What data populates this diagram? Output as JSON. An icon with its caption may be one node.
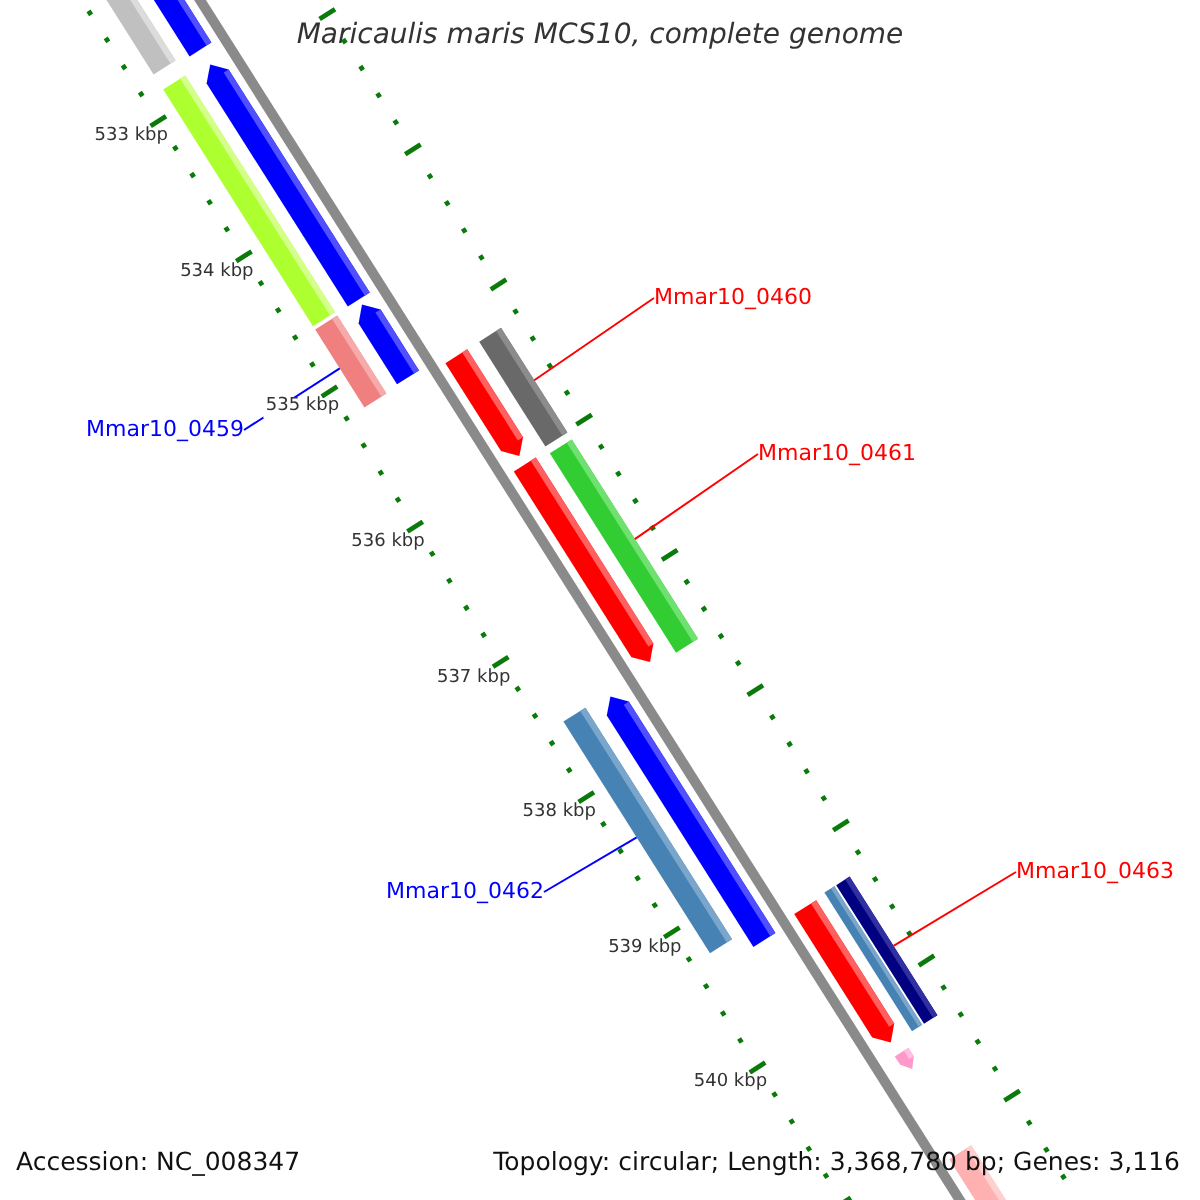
{
  "diagram": {
    "title": "Maricaulis maris MCS10, complete genome",
    "nodes": [
      {
        "text": [
          "Mmar10_0460"
        ]
      },
      {
        "text": [
          "Mmar10_0459"
        ]
      },
      {
        "text": [
          "Mmar10_0461"
        ]
      },
      {
        "text": [
          "Mmar10_0463"
        ]
      },
      {
        "text": [
          "Mmar10_0462"
        ]
      },
      {
        "text": [],
        "shape": "bar"
      },
      {
        "text": [],
        "shape": "bar"
      },
      {
        "text": [],
        "shape": "bar"
      },
      {
        "text": [],
        "shape": "bar"
      },
      {
        "text": [],
        "shape": "bar"
      }
    ],
    "edges": [
      {
        "from": 0,
        "to": 6,
        "arrow": "none"
      },
      {
        "from": 1,
        "to": 5,
        "arrow": "none",
        "color": "#0000ff"
      },
      {
        "from": 2,
        "to": 7,
        "arrow": "none"
      },
      {
        "from": 3,
        "to": 9,
        "arrow": "none"
      },
      {
        "from": 4,
        "to": 8,
        "arrow": "none",
        "color": "#0000ff"
      }
    ],
    "labels": [
      "533 kbp",
      "534 kbp",
      "535 kbp",
      "536 kbp",
      "537 kbp",
      "538 kbp",
      "539 kbp",
      "540 kbp",
      "Accession: NC_008347",
      "Topology: circular; Length: 3,368,780 bp; Genes: 3,116"
    ]
  }
}
